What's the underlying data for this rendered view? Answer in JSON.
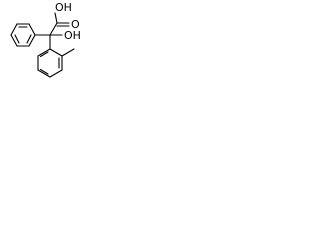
{
  "molecule": {
    "labels": {
      "carboxylic_oh": "OH",
      "carbonyl_o": "O",
      "hydroxyl_oh": "OH"
    }
  }
}
